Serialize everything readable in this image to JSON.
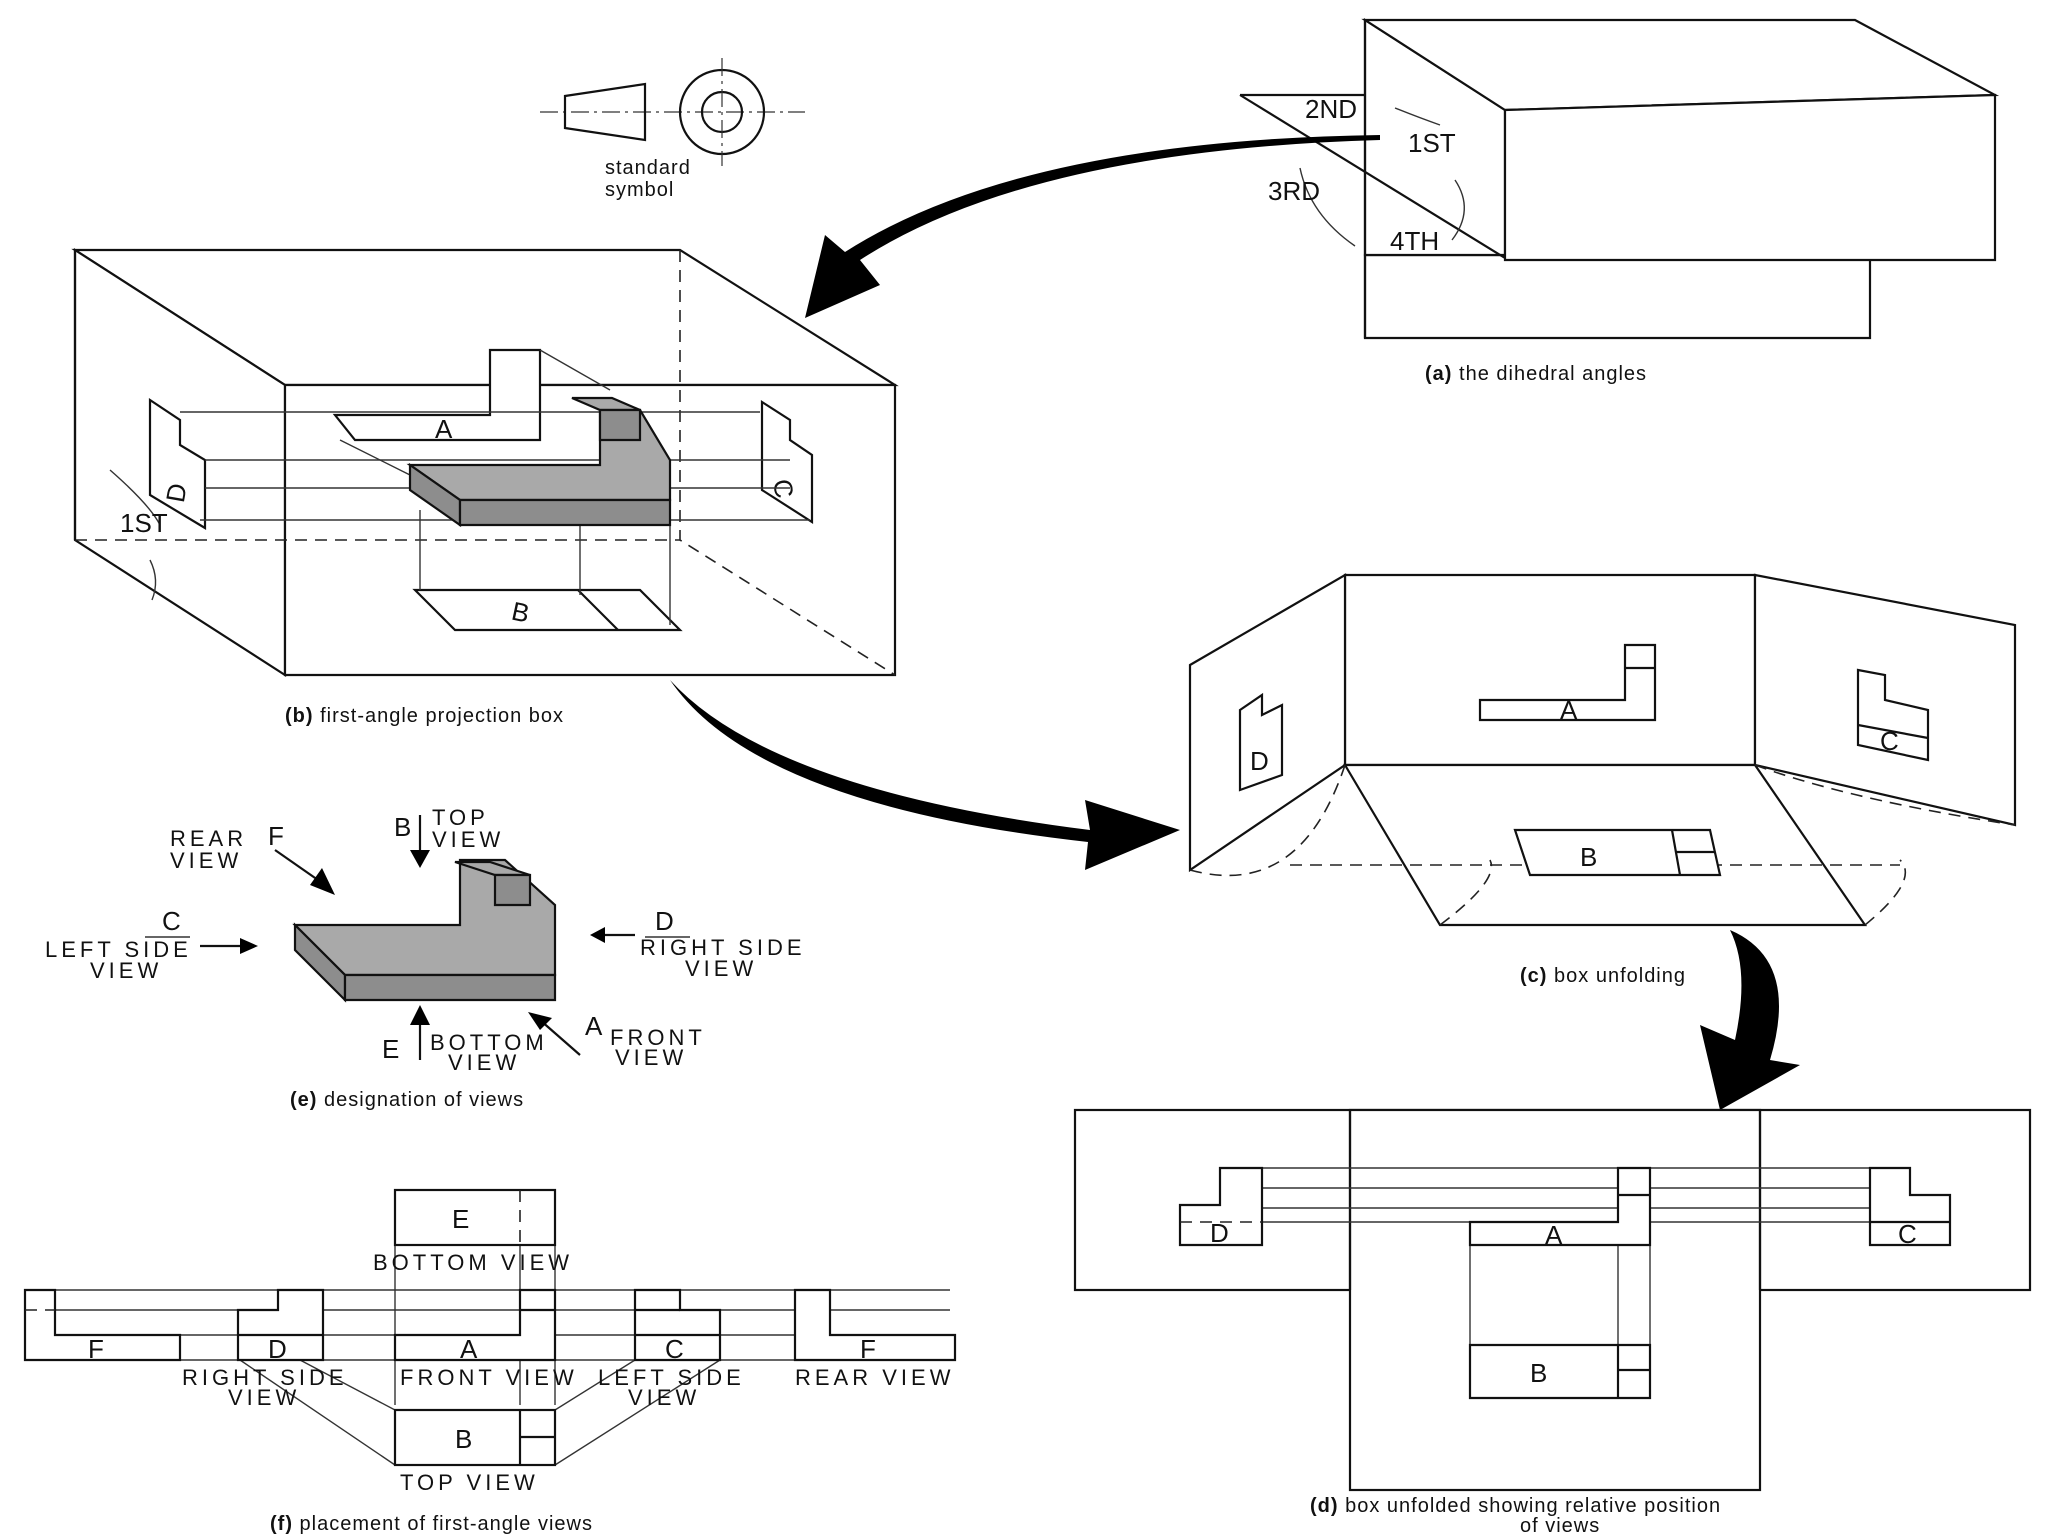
{
  "symbol": {
    "caption_line1": "standard",
    "caption_line2": "symbol"
  },
  "panel_a": {
    "caption_bold": "(a)",
    "caption_text": "the dihedral angles",
    "q1": "1ST",
    "q2": "2ND",
    "q3": "3RD",
    "q4": "4TH"
  },
  "panel_b": {
    "caption_bold": "(b)",
    "caption_text": "first-angle projection box",
    "angle": "1ST",
    "view_a": "A",
    "view_b": "B",
    "view_c": "C",
    "view_d": "D"
  },
  "panel_c": {
    "caption_bold": "(c)",
    "caption_text": "box unfolding",
    "view_a": "A",
    "view_b": "B",
    "view_c": "C",
    "view_d": "D"
  },
  "panel_d": {
    "caption_bold": "(d)",
    "caption_text_line1": "box unfolded showing relative position",
    "caption_text_line2": "of views",
    "view_a": "A",
    "view_b": "B",
    "view_c": "C",
    "view_d": "D"
  },
  "panel_e": {
    "caption_bold": "(e)",
    "caption_text": "designation of views",
    "top_letter": "B",
    "top_l1": "TOP",
    "top_l2": "VIEW",
    "rear_letter": "F",
    "rear_l1": "REAR",
    "rear_l2": "VIEW",
    "left_letter": "C",
    "left_l1": "LEFT SIDE",
    "left_l2": "VIEW",
    "right_letter": "D",
    "right_l1": "RIGHT SIDE",
    "right_l2": "VIEW",
    "bottom_letter": "E",
    "bottom_l1": "BOTTOM",
    "bottom_l2": "VIEW",
    "front_letter": "A",
    "front_l1": "FRONT",
    "front_l2": "VIEW"
  },
  "panel_f": {
    "caption_bold": "(f)",
    "caption_text": "placement of first-angle views",
    "view_e": "E",
    "bottom_view": "BOTTOM VIEW",
    "view_f": "F",
    "view_d": "D",
    "view_a": "A",
    "view_c": "C",
    "view_f2": "F",
    "view_b": "B",
    "right_side_l1": "RIGHT SIDE",
    "right_side_l2": "VIEW",
    "front_view": "FRONT VIEW",
    "left_side_l1": "LEFT SIDE",
    "left_side_l2": "VIEW",
    "rear_view": "REAR VIEW",
    "top_view": "TOP VIEW"
  }
}
